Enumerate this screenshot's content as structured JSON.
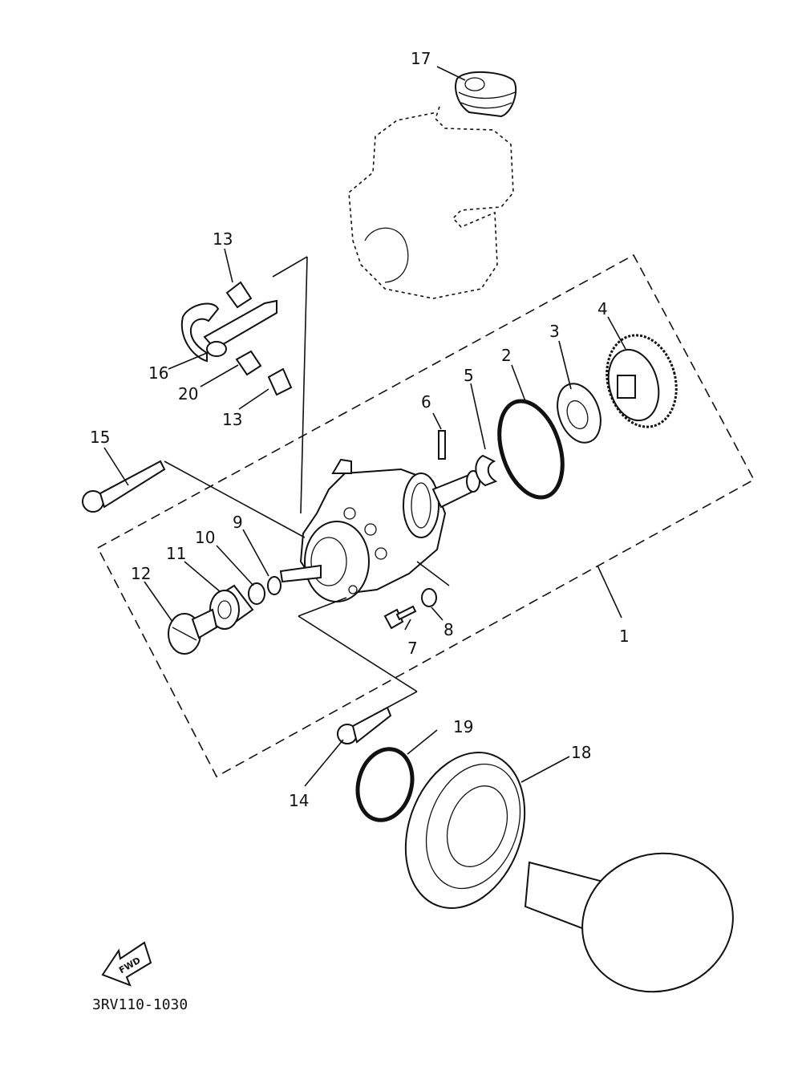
{
  "diagram": {
    "code": "3RV110-1030",
    "fwd_label": "FWD",
    "callouts": {
      "c1": "1",
      "c2": "2",
      "c3": "3",
      "c4": "4",
      "c5": "5",
      "c6": "6",
      "c7": "7",
      "c8": "8",
      "c9": "9",
      "c10": "10",
      "c11": "11",
      "c12": "12",
      "c13a": "13",
      "c13b": "13",
      "c14": "14",
      "c15": "15",
      "c16": "16",
      "c17": "17",
      "c18": "18",
      "c19": "19",
      "c20": "20"
    }
  }
}
